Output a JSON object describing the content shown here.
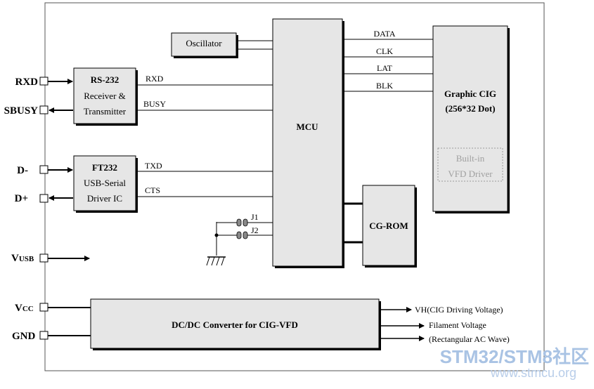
{
  "left_pins": {
    "rxd": "RXD",
    "sbusy": "SBUSY",
    "d_minus": "D-",
    "d_plus": "D+",
    "vusb_main": "V",
    "vusb_sub": "USB",
    "vcc_main": "V",
    "vcc_sub": "CC",
    "gnd": "GND"
  },
  "blocks": {
    "oscillator": "Oscillator",
    "rs232": {
      "title": "RS-232",
      "line1": "Receiver &",
      "line2": "Transmitter"
    },
    "ft232": {
      "title": "FT232",
      "line1": "USB-Serial",
      "line2": "Driver  IC"
    },
    "mcu": "MCU",
    "graphic_cig": {
      "line1": "Graphic CIG",
      "line2": "(256*32 Dot)"
    },
    "vfd_driver": {
      "line1": "Built-in",
      "line2": "VFD Driver"
    },
    "cg_rom": "CG-ROM",
    "dcdc": "DC/DC Converter for CIG-VFD"
  },
  "signals": {
    "rxd": "RXD",
    "busy": "BUSY",
    "txd": "TXD",
    "cts": "CTS",
    "data": "DATA",
    "clk": "CLK",
    "lat": "LAT",
    "blk": "BLK",
    "j1": "J1",
    "j2": "J2"
  },
  "outputs": {
    "vh": "VH(CIG Driving Voltage)",
    "filament": "Filament Voltage",
    "ac_wave": "(Rectangular AC Wave)"
  },
  "watermark": {
    "brand": "STM32/STM8社区",
    "url": "www.stmcu.org"
  }
}
